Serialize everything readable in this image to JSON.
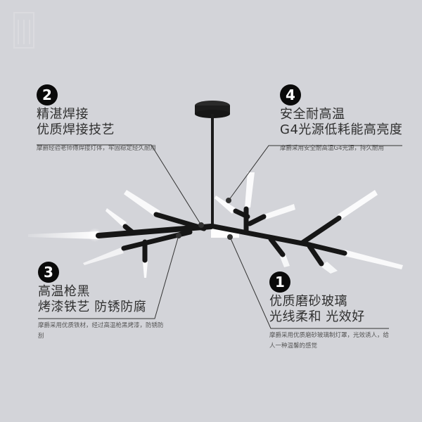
{
  "product_image": {
    "subject": "black-branch-chandelier",
    "background_color": "#d3d4d9",
    "badge_color": "#0a0a0a",
    "frame_color": "#1a1a1a"
  },
  "callouts": [
    {
      "number": "2",
      "title_line1": "精湛焊接",
      "title_line2": "优质焊接技艺",
      "description": "摩爵经验老师傅焊接灯体，牢固稳定经久耐用"
    },
    {
      "number": "4",
      "title_line1": "安全耐高温",
      "title_line2": "G4光源低耗能高亮度",
      "description": "摩爵采用安全耐高温G4光源，持久耐用"
    },
    {
      "number": "3",
      "title_line1": "高温枪黑",
      "title_line2": "烤漆铁艺 防锈防腐",
      "description": "摩爵采用优质铁材，经过高温枪黑烤漆，防锈防刮"
    },
    {
      "number": "1",
      "title_line1": "优质磨砂玻璃",
      "title_line2": "光线柔和 光效好",
      "description": "摩爵采用优质磨砂玻璃制灯罩，光效诱人，给人一种温馨的感觉"
    }
  ]
}
